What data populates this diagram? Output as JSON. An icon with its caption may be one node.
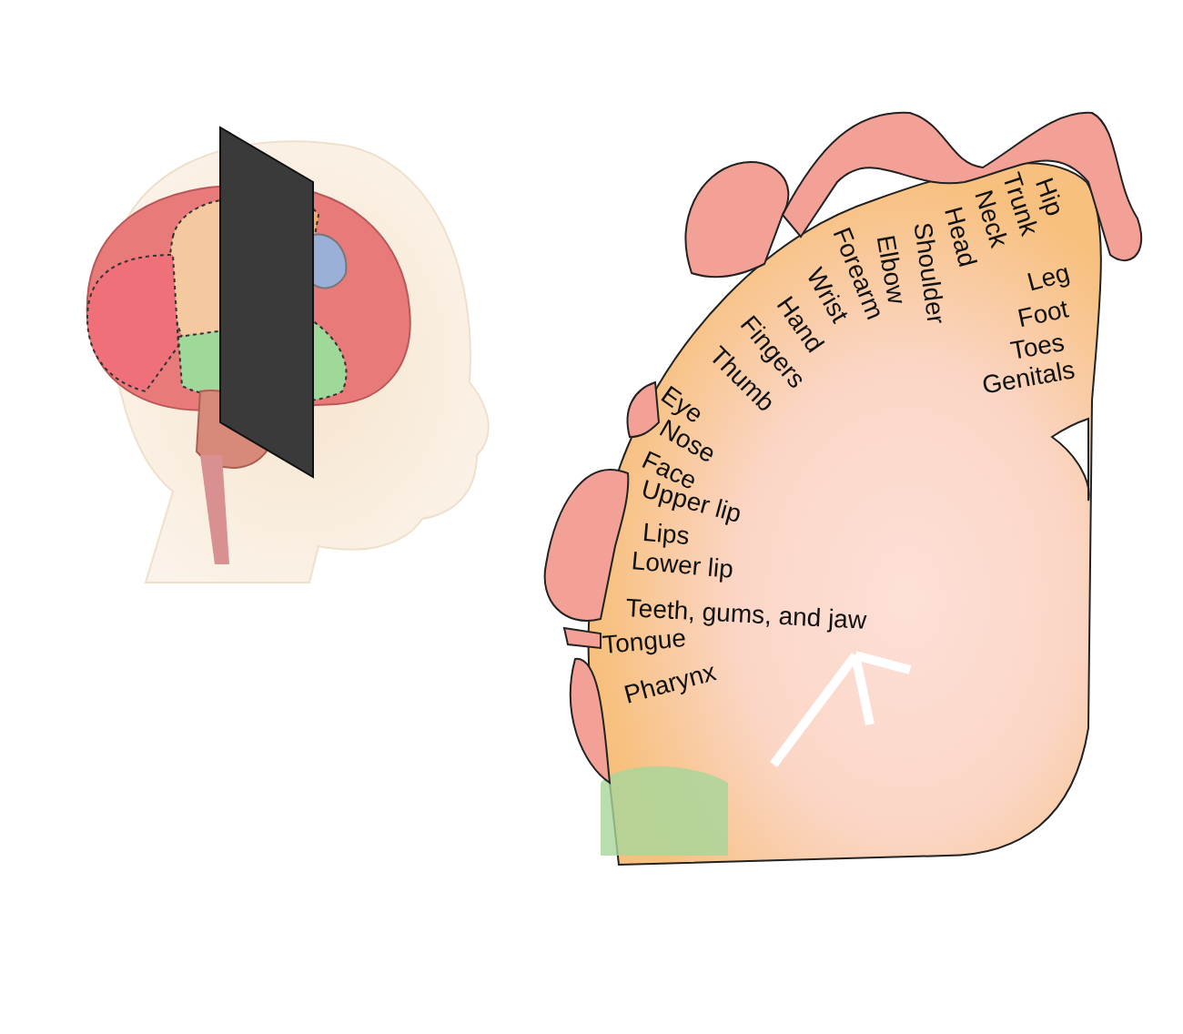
{
  "diagram": {
    "labels": [
      "Hip",
      "Trunk",
      "Neck",
      "Head",
      "Shoulder",
      "Elbow",
      "Forearm",
      "Wrist",
      "Hand",
      "Fingers",
      "Thumb",
      "Eye",
      "Nose",
      "Face",
      "Upper lip",
      "Lips",
      "Lower lip",
      "Teeth, gums, and jaw",
      "Tongue",
      "Pharynx",
      "Leg",
      "Foot",
      "Toes",
      "Genitals"
    ]
  }
}
